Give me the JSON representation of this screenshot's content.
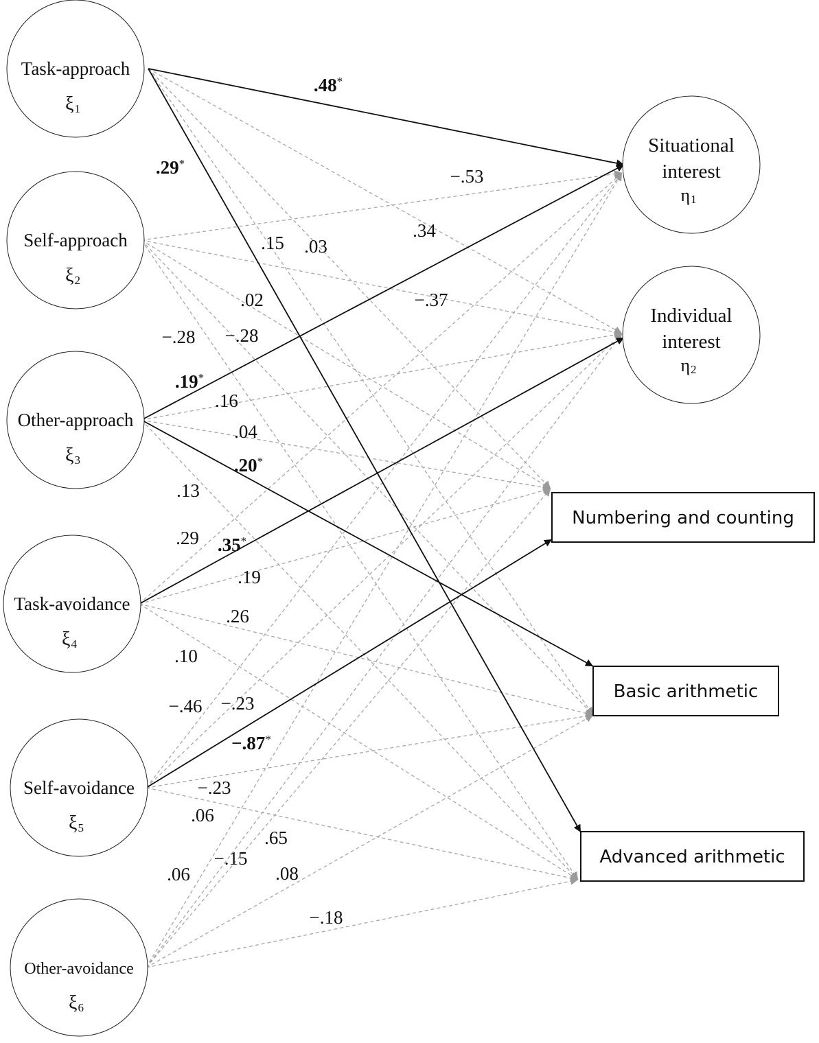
{
  "latent_predictors": [
    {
      "id": "task-approach",
      "label": "Task-approach",
      "symbol": "ξ",
      "sub": "1"
    },
    {
      "id": "self-approach",
      "label": "Self-approach",
      "symbol": "ξ",
      "sub": "2"
    },
    {
      "id": "other-approach",
      "label": "Other-approach",
      "symbol": "ξ",
      "sub": "3"
    },
    {
      "id": "task-avoidance",
      "label": "Task-avoidance",
      "symbol": "ξ",
      "sub": "4"
    },
    {
      "id": "self-avoidance",
      "label": "Self-avoidance",
      "symbol": "ξ",
      "sub": "5"
    },
    {
      "id": "other-avoidance",
      "label": "Other-avoidance",
      "symbol": "ξ",
      "sub": "6"
    }
  ],
  "latent_outcomes": [
    {
      "id": "situational-interest",
      "line1": "Situational",
      "line2": "interest",
      "symbol": "η",
      "sub": "1"
    },
    {
      "id": "individual-interest",
      "line1": "Individual",
      "line2": "interest",
      "symbol": "η",
      "sub": "2"
    }
  ],
  "observed_outcomes": [
    {
      "id": "numbering-and-counting",
      "label": "Numbering and counting"
    },
    {
      "id": "basic-arithmetic",
      "label": "Basic arithmetic"
    },
    {
      "id": "advanced-arithmetic",
      "label": "Advanced arithmetic"
    }
  ],
  "paths": [
    {
      "from": "task-approach",
      "to": "situational-interest",
      "significant": true
    },
    {
      "from": "task-approach",
      "to": "individual-interest",
      "significant": false
    },
    {
      "from": "task-approach",
      "to": "numbering-and-counting",
      "significant": false
    },
    {
      "from": "task-approach",
      "to": "basic-arithmetic",
      "significant": false
    },
    {
      "from": "task-approach",
      "to": "advanced-arithmetic",
      "significant": true
    },
    {
      "from": "self-approach",
      "to": "situational-interest",
      "significant": false
    },
    {
      "from": "self-approach",
      "to": "individual-interest",
      "significant": false
    },
    {
      "from": "self-approach",
      "to": "numbering-and-counting",
      "significant": false
    },
    {
      "from": "self-approach",
      "to": "basic-arithmetic",
      "significant": false
    },
    {
      "from": "self-approach",
      "to": "advanced-arithmetic",
      "significant": false
    },
    {
      "from": "other-approach",
      "to": "situational-interest",
      "significant": true
    },
    {
      "from": "other-approach",
      "to": "individual-interest",
      "significant": false
    },
    {
      "from": "other-approach",
      "to": "numbering-and-counting",
      "significant": false
    },
    {
      "from": "other-approach",
      "to": "basic-arithmetic",
      "significant": true
    },
    {
      "from": "other-approach",
      "to": "advanced-arithmetic",
      "significant": false
    },
    {
      "from": "task-avoidance",
      "to": "situational-interest",
      "significant": false
    },
    {
      "from": "task-avoidance",
      "to": "individual-interest",
      "significant": true
    },
    {
      "from": "task-avoidance",
      "to": "numbering-and-counting",
      "significant": false
    },
    {
      "from": "task-avoidance",
      "to": "basic-arithmetic",
      "significant": false
    },
    {
      "from": "task-avoidance",
      "to": "advanced-arithmetic",
      "significant": false
    },
    {
      "from": "self-avoidance",
      "to": "situational-interest",
      "significant": false
    },
    {
      "from": "self-avoidance",
      "to": "individual-interest",
      "significant": false
    },
    {
      "from": "self-avoidance",
      "to": "numbering-and-counting",
      "significant": true
    },
    {
      "from": "self-avoidance",
      "to": "basic-arithmetic",
      "significant": false
    },
    {
      "from": "self-avoidance",
      "to": "advanced-arithmetic",
      "significant": false
    },
    {
      "from": "other-avoidance",
      "to": "situational-interest",
      "significant": false
    },
    {
      "from": "other-avoidance",
      "to": "individual-interest",
      "significant": false
    },
    {
      "from": "other-avoidance",
      "to": "numbering-and-counting",
      "significant": false
    },
    {
      "from": "other-avoidance",
      "to": "basic-arithmetic",
      "significant": false
    },
    {
      "from": "other-avoidance",
      "to": "advanced-arithmetic",
      "significant": false
    }
  ],
  "coefficient_labels": [
    {
      "text": ".48",
      "bold": true,
      "star": "*"
    },
    {
      "text": ".29",
      "bold": true,
      "star": "*"
    },
    {
      "text": "−.53",
      "bold": false,
      "star": ""
    },
    {
      "text": ".34",
      "bold": false,
      "star": ""
    },
    {
      "text": ".15",
      "bold": false,
      "star": ""
    },
    {
      "text": ".03",
      "bold": false,
      "star": ""
    },
    {
      "text": ".02",
      "bold": false,
      "star": ""
    },
    {
      "text": "−.37",
      "bold": false,
      "star": ""
    },
    {
      "text": "−.28",
      "bold": false,
      "star": ""
    },
    {
      "text": "−.28",
      "bold": false,
      "star": ""
    },
    {
      "text": ".19",
      "bold": true,
      "star": "*"
    },
    {
      "text": ".16",
      "bold": false,
      "star": ""
    },
    {
      "text": ".04",
      "bold": false,
      "star": ""
    },
    {
      "text": ".20",
      "bold": true,
      "star": "*"
    },
    {
      "text": ".13",
      "bold": false,
      "star": ""
    },
    {
      "text": ".29",
      "bold": false,
      "star": ""
    },
    {
      "text": ".35",
      "bold": true,
      "star": "*"
    },
    {
      "text": ".19",
      "bold": false,
      "star": ""
    },
    {
      "text": ".26",
      "bold": false,
      "star": ""
    },
    {
      "text": ".10",
      "bold": false,
      "star": ""
    },
    {
      "text": "−.46",
      "bold": false,
      "star": ""
    },
    {
      "text": "−.23",
      "bold": false,
      "star": ""
    },
    {
      "text": "−.87",
      "bold": true,
      "star": "*"
    },
    {
      "text": "−.23",
      "bold": false,
      "star": ""
    },
    {
      "text": ".06",
      "bold": false,
      "star": ""
    },
    {
      "text": ".65",
      "bold": false,
      "star": ""
    },
    {
      "text": "−.15",
      "bold": false,
      "star": ""
    },
    {
      "text": ".06",
      "bold": false,
      "star": ""
    },
    {
      "text": ".08",
      "bold": false,
      "star": ""
    },
    {
      "text": "−.18",
      "bold": false,
      "star": ""
    }
  ],
  "colors": {
    "significant": "#111111",
    "nonsignificant": "#a6a6a6"
  }
}
